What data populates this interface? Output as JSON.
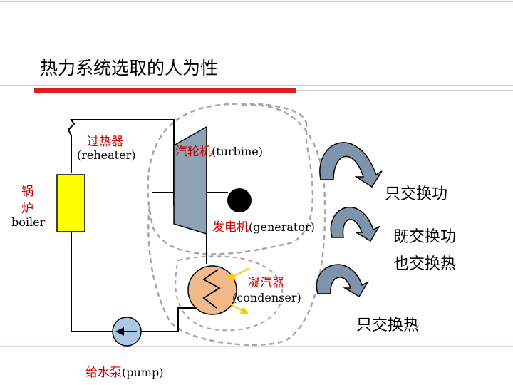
{
  "slide": {
    "title": "热力系统选取的人为性"
  },
  "components": {
    "reheater": {
      "name_cn": "过热器",
      "name_en": "(reheater)"
    },
    "boiler": {
      "name_cn_1": "锅",
      "name_cn_2": "炉",
      "name_en": "boiler"
    },
    "turbine": {
      "name_cn": "汽轮机",
      "name_en": "(turbine)"
    },
    "generator": {
      "name_cn": "发电机",
      "name_en": "(generator)"
    },
    "condenser": {
      "name_cn": "凝汽器",
      "name_en": "(condenser)"
    },
    "pump": {
      "name_cn": "给水泵",
      "name_en": "(pump)"
    }
  },
  "annotations": {
    "work_only": "只交换功",
    "work_and_heat_1": "既交换功",
    "work_and_heat_2": "也交换热",
    "heat_only": "只交换热"
  },
  "colors": {
    "title_bar": "#dd1c1c",
    "boiler_fill": "#ffff00",
    "turbine_fill": "#8fa2b5",
    "condenser_fill": "#f2ba8a",
    "pump_fill": "#a9c8e6",
    "arrow_fill": "#7f93aa",
    "boundary": "#a6a6a6",
    "label_red": "#cc0000",
    "pointer_yellow": "#ffff00"
  }
}
